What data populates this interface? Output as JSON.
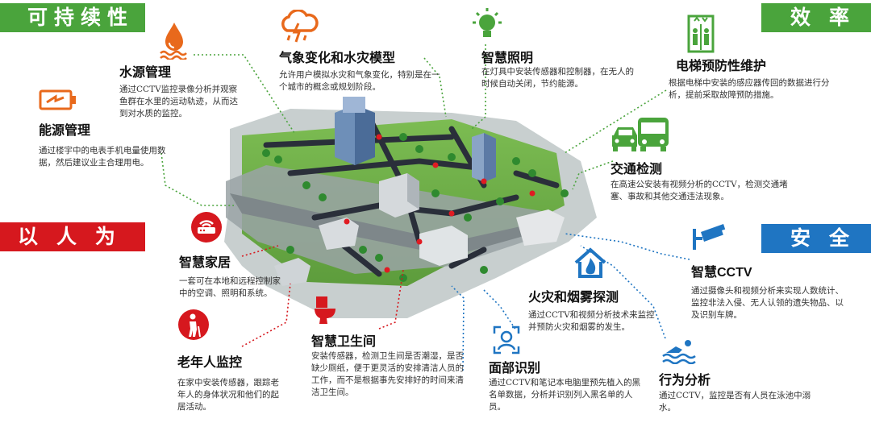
{
  "banners": {
    "sustainable": "可持续性",
    "efficiency": "效 率",
    "people": "以 人 为 本",
    "safety": "安 全"
  },
  "items": {
    "water": {
      "title": "水源管理",
      "desc": "通过CCTV监控录像分析并观察鱼群在水里的运动轨迹，从而达到对水质的监控。"
    },
    "energy": {
      "title": "能源管理",
      "desc": "通过楼宇中的电表手机电量使用数据，然后建议业主合理用电。"
    },
    "weather": {
      "title": "气象变化和水灾模型",
      "desc": "允许用户模拟水灾和气象变化，特别是在一个城市的概念或规划阶段。"
    },
    "lighting": {
      "title": "智慧照明",
      "desc": "在灯具中安装传感器和控制器，在无人的时候自动关闭，节约能源。"
    },
    "elevator": {
      "title": "电梯预防性维护",
      "desc": "根据电梯中安装的感应器传回的数据进行分析，提前采取故障预防措施。"
    },
    "traffic": {
      "title": "交通检测",
      "desc": "在高速公安装有视频分析的CCTV，检测交通堵塞、事故和其他交通违法现象。"
    },
    "home": {
      "title": "智慧家居",
      "desc": "一套可在本地和远程控制家中的空调、照明和系统。"
    },
    "elderly": {
      "title": "老年人监控",
      "desc": "在家中安装传感器，跟踪老年人的身体状况和他们的起居活动。"
    },
    "toilet": {
      "title": "智慧卫生间",
      "desc": "安装传感器，检测卫生间是否潮湿，是否缺少厕纸，便于更灵活的安排清洁人员的工作，而不是根据事先安排好的时间来清洁卫生间。"
    },
    "fire": {
      "title": "火灾和烟雾探测",
      "desc": "通过CCTV和视频分析技术来监控并预防火灾和烟雾的发生。"
    },
    "face": {
      "title": "面部识别",
      "desc": "通过CCTV和笔记本电脑里预先植入的黑名单数据，分析并识别列入黑名单的人员。"
    },
    "cctv": {
      "title": "智慧CCTV",
      "desc": "通过摄像头和视频分析来实现人数统计、监控非法入侵、无人认领的遗失物品、以及识别车牌。"
    },
    "behavior": {
      "title": "行为分析",
      "desc": "通过CCTV，监控是否有人员在泳池中溺水。"
    }
  },
  "colors": {
    "green": "#4aa43c",
    "red": "#d6181e",
    "blue": "#1f75c2",
    "orange": "#e8691c"
  },
  "icons": {
    "water": "water-drop-icon",
    "energy": "battery-icon",
    "weather": "storm-cloud-icon",
    "lighting": "light-bulb-icon",
    "elevator": "elevator-icon",
    "traffic": "car-bus-icon",
    "home": "router-icon",
    "elderly": "elderly-person-icon",
    "toilet": "toilet-icon",
    "fire": "fire-house-icon",
    "face": "face-scan-icon",
    "cctv": "cctv-camera-icon",
    "behavior": "swimmer-icon"
  }
}
